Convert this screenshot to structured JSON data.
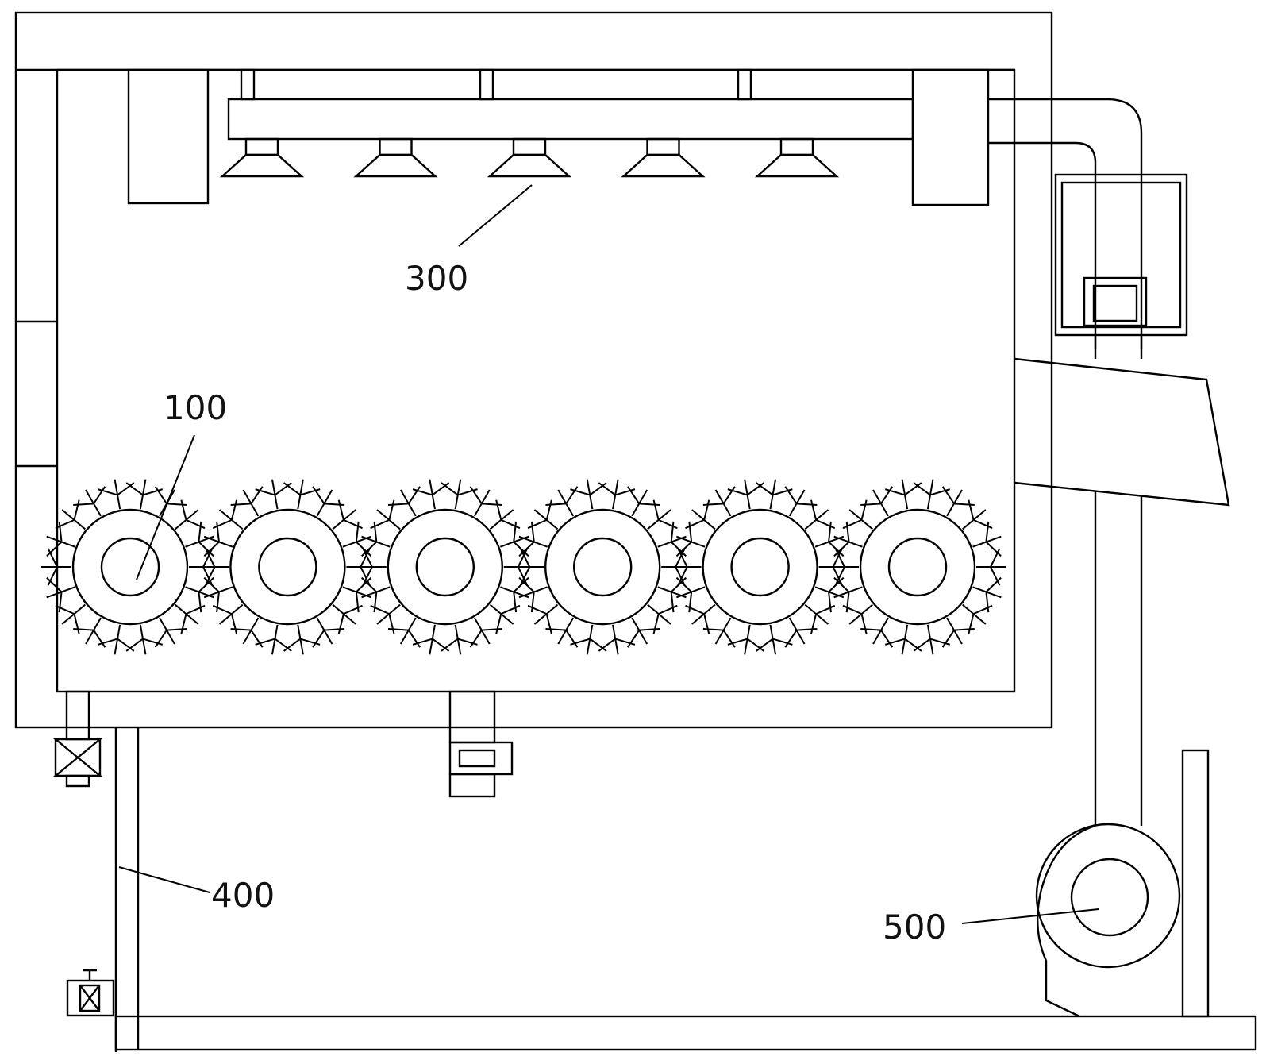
{
  "labels": {
    "brush_rollers": "100",
    "spray_assembly": "300",
    "support_frame": "400",
    "fan_blower": "500"
  },
  "components": {
    "brush_roller_count": 6,
    "spray_nozzle_count": 5
  }
}
